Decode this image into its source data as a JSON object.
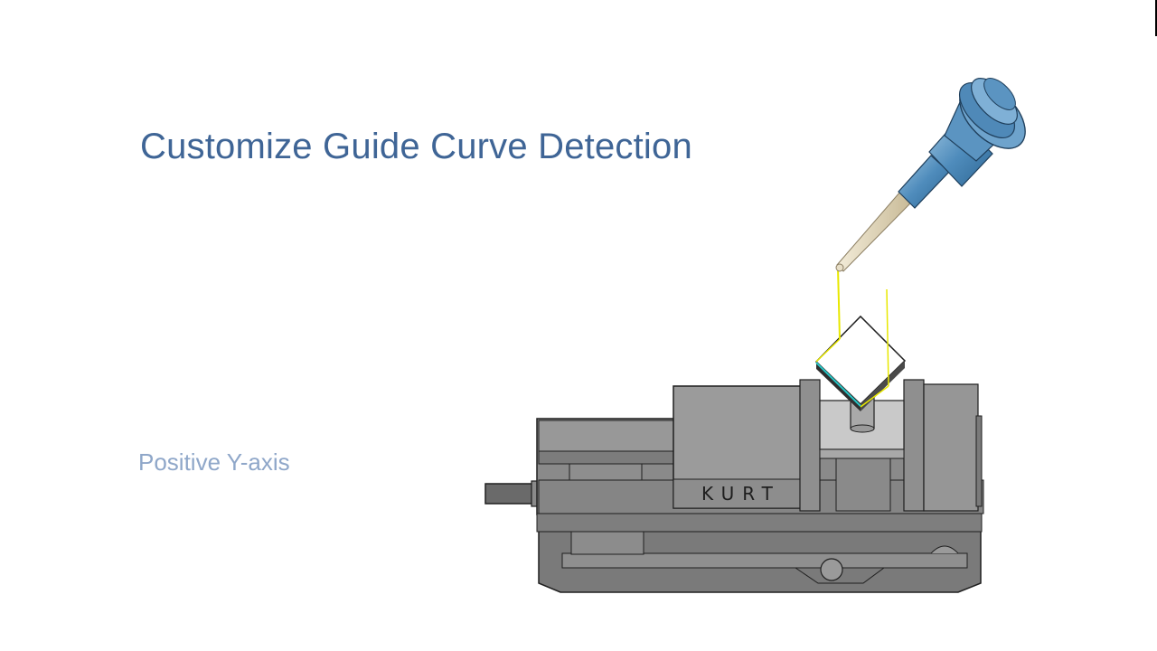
{
  "slide": {
    "title": "Customize Guide Curve Detection",
    "caption": "Positive Y-axis"
  },
  "scene": {
    "vise_brand": "KURT",
    "colors": {
      "title": "#3f6596",
      "caption": "#8fa7c9",
      "tool_holder": "#5b94c1",
      "tool_tip": "#e0d6c0",
      "toolpath": "#e8e800",
      "vise_body": "#8a8a8a"
    }
  }
}
